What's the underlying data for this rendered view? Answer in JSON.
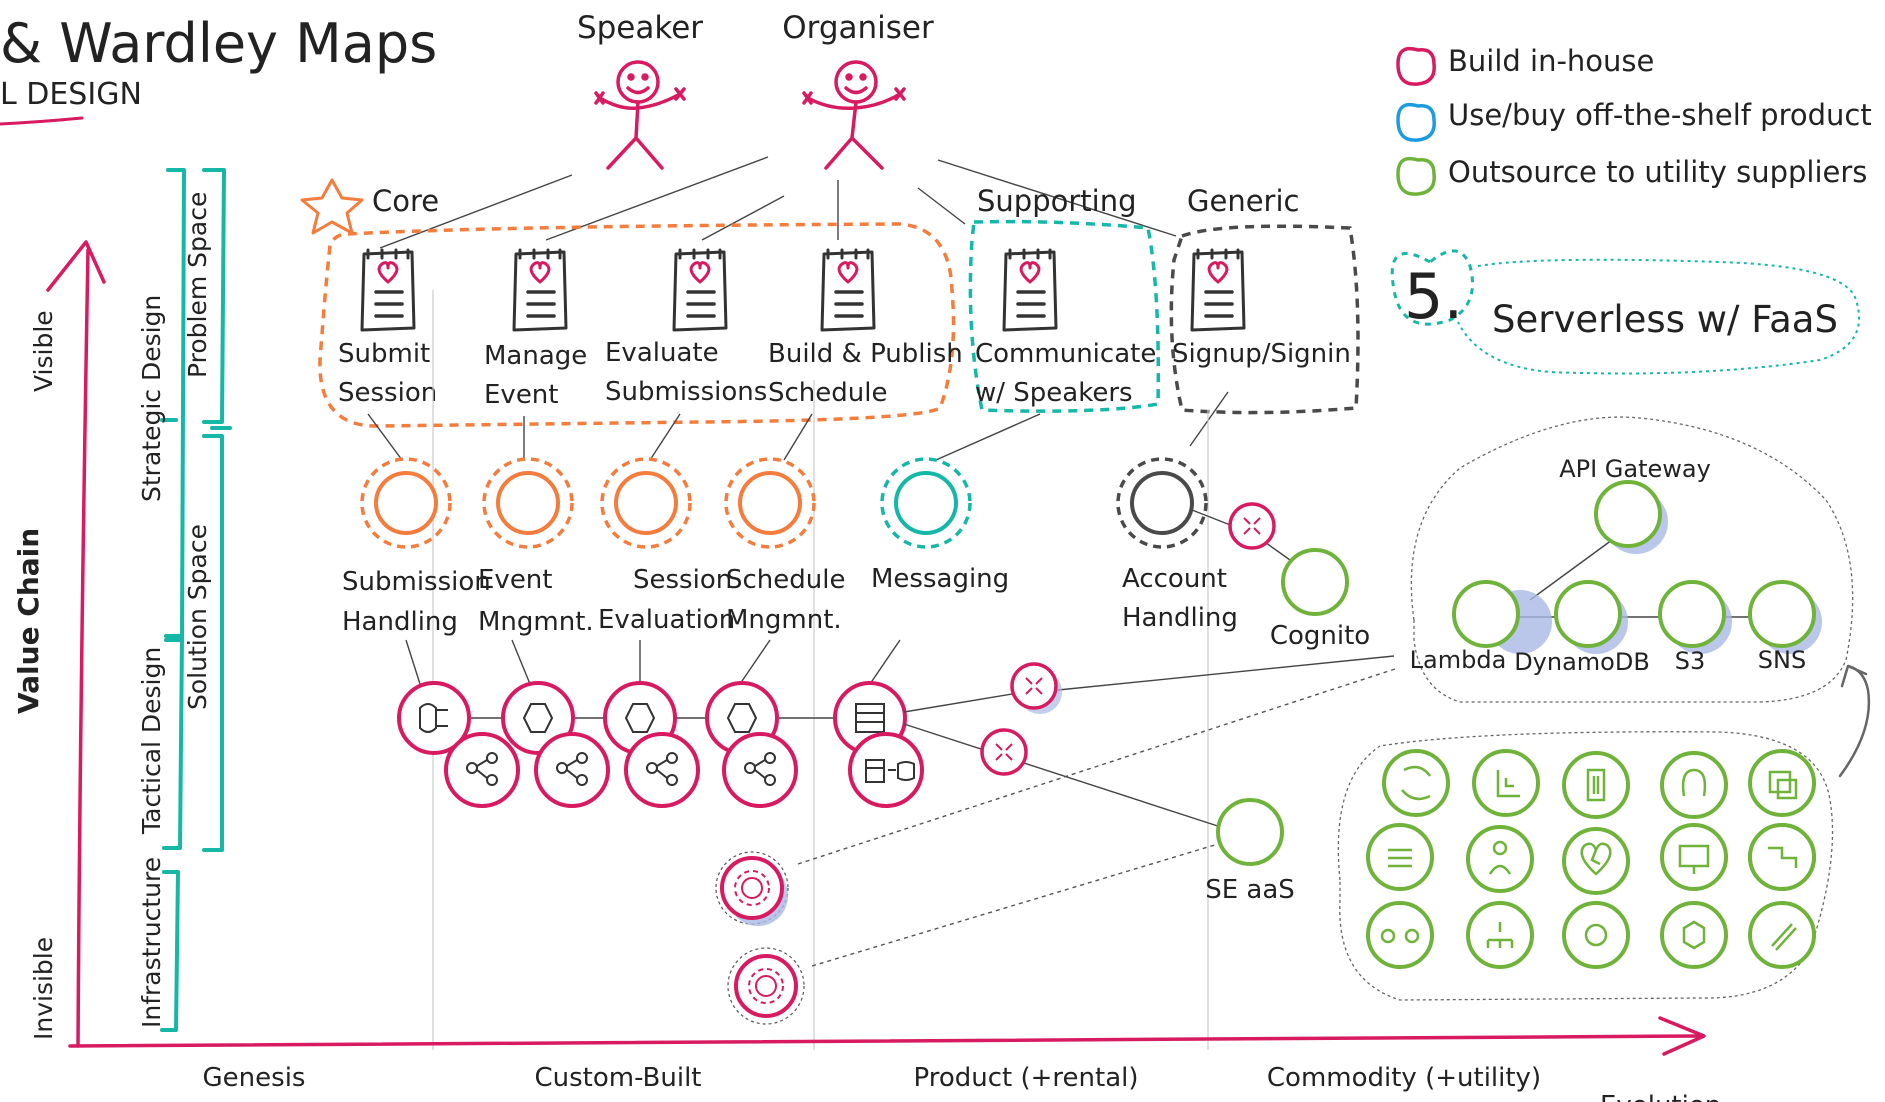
{
  "title": {
    "main": "& Wardley Maps",
    "sub": "L DESIGN"
  },
  "actors": [
    "Speaker",
    "Organiser"
  ],
  "legend": {
    "build": "Build in-house",
    "buy": "Use/buy off-the-shelf product",
    "outsource": "Outsource to utility suppliers"
  },
  "callout": {
    "number": "5.",
    "text": "Serverless w/ FaaS"
  },
  "domains": {
    "core": "Core",
    "supporting": "Supporting",
    "generic": "Generic"
  },
  "use_cases": [
    {
      "line1": "Submit",
      "line2": "Session"
    },
    {
      "line1": "Manage",
      "line2": "Event"
    },
    {
      "line1": "Evaluate",
      "line2": "Submissions"
    },
    {
      "line1": "Build & Publish",
      "line2": "Schedule"
    },
    {
      "line1": "Communicate",
      "line2": "w/ Speakers"
    },
    {
      "line1": "Signup/Signin",
      "line2": ""
    }
  ],
  "bounded_contexts": [
    {
      "line1": "Submission",
      "line2": "Handling"
    },
    {
      "line1": "Event",
      "line2": "Mngmnt."
    },
    {
      "line1": "Session",
      "line2": "Evaluation"
    },
    {
      "line1": "Schedule",
      "line2": "Mngmnt."
    },
    {
      "line1": "Messaging",
      "line2": ""
    },
    {
      "line1": "Account",
      "line2": "Handling"
    }
  ],
  "external": {
    "cognito": "Cognito",
    "se_aas": "SE aaS"
  },
  "serverless": {
    "api_gateway": "API Gateway",
    "services": [
      "Lambda",
      "DynamoDB",
      "S3",
      "SNS"
    ]
  },
  "axis": {
    "y_title": "Value Chain",
    "y_top": "Visible",
    "y_bottom": "Invisible",
    "x_stages": [
      "Genesis",
      "Custom-Built",
      "Product (+rental)",
      "Commodity (+utility)"
    ],
    "x_title": "Evolution"
  },
  "brackets": {
    "strategic": "Strategic Design",
    "tactical": "Tactical Design",
    "infrastructure": "Infrastructure",
    "problem_space": "Problem Space",
    "solution_space": "Solution Space"
  },
  "colors": {
    "magenta": "#d81b60",
    "orange": "#f47c3c",
    "teal": "#15b8a6",
    "green": "#6fb33a",
    "grey": "#4a4a4a",
    "shadow": "#aab8e6",
    "blue": "#1d9be0"
  }
}
